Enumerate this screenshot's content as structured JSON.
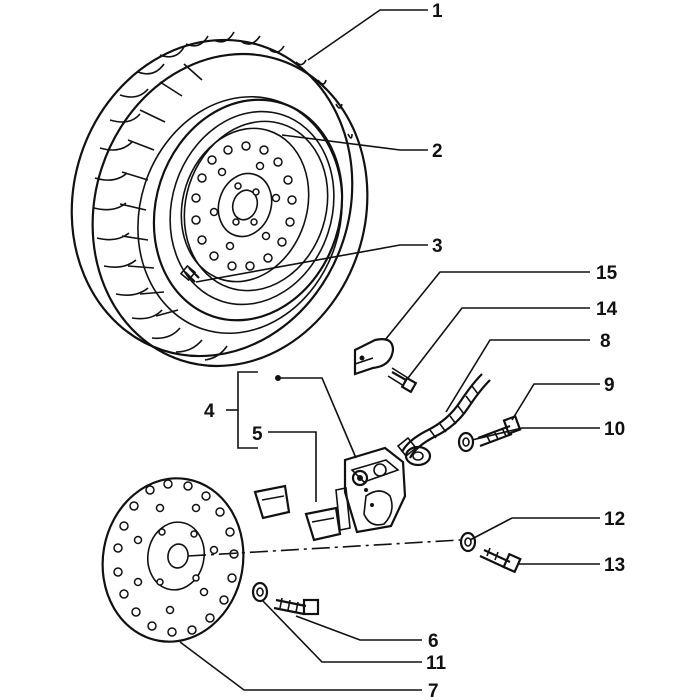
{
  "callouts": [
    {
      "id": "1",
      "label": "1"
    },
    {
      "id": "2",
      "label": "2"
    },
    {
      "id": "3",
      "label": "3"
    },
    {
      "id": "15",
      "label": "15"
    },
    {
      "id": "14",
      "label": "14"
    },
    {
      "id": "8",
      "label": "8"
    },
    {
      "id": "9",
      "label": "9"
    },
    {
      "id": "4",
      "label": "4"
    },
    {
      "id": "10",
      "label": "10"
    },
    {
      "id": "5",
      "label": "5"
    },
    {
      "id": "12",
      "label": "12"
    },
    {
      "id": "13",
      "label": "13"
    },
    {
      "id": "6",
      "label": "6"
    },
    {
      "id": "11",
      "label": "11"
    },
    {
      "id": "7",
      "label": "7"
    }
  ]
}
